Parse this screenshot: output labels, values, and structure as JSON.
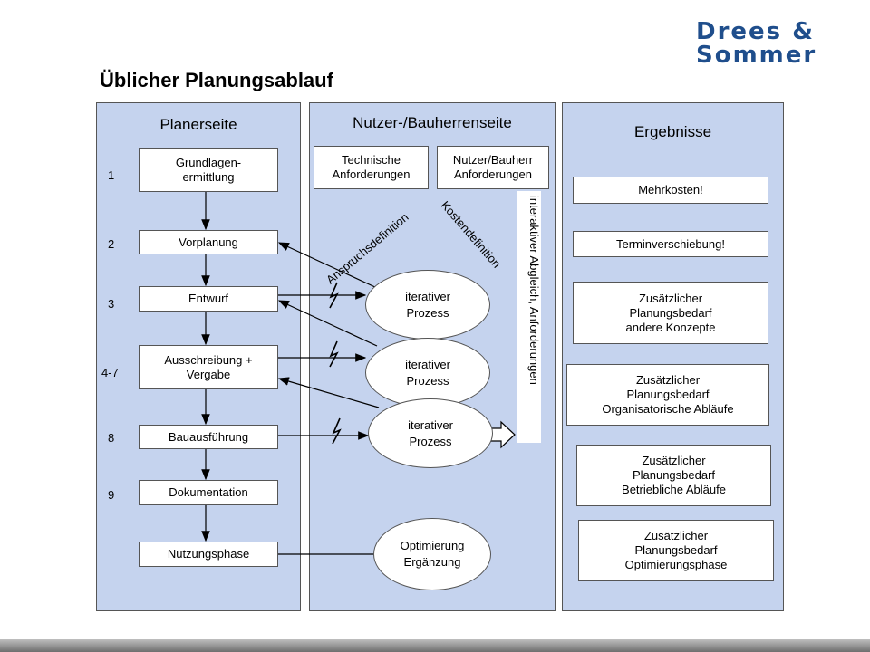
{
  "logo": {
    "line1": "Drees &",
    "line2": "Sommer"
  },
  "title": "Üblicher Planungsablauf",
  "panels": {
    "planer": "Planerseite",
    "nutzer": "Nutzer-/Bauherrenseite",
    "ergebnisse": "Ergebnisse"
  },
  "steps": [
    "1",
    "2",
    "3",
    "4-7",
    "8",
    "9"
  ],
  "phases": [
    "Grundlagen-\nermittlung",
    "Vorplanung",
    "Entwurf",
    "Ausschreibung +\nVergabe",
    "Bauausführung",
    "Dokumentation",
    "Nutzungsphase"
  ],
  "requirements": {
    "technisch": "Technische\nAnforderungen",
    "nutzer": "Nutzer/Bauherr\nAnforderungen"
  },
  "diagonal_labels": {
    "anspruch": "Anspruchsdefinition",
    "kosten": "Kostendefinition"
  },
  "vertical_label": "interaktiver Abgleich, Anforderungen",
  "processes": [
    "iterativer\nProzess",
    "iterativer\nProzess",
    "iterativer\nProzess"
  ],
  "optimierung": "Optimierung\nErgänzung",
  "results": [
    "Mehrkosten!",
    "Terminverschiebung!",
    "Zusätzlicher\nPlanungsbedarf\nandere Konzepte",
    "Zusätzlicher\nPlanungsbedarf\nOrganisatorische Abläufe",
    "Zusätzlicher\nPlanungsbedarf\nBetriebliche Abläufe",
    "Zusätzlicher\nPlanungsbedarf\nOptimierungsphase"
  ],
  "colors": {
    "panel": "#c5d3ee",
    "logo": "#1f4e8c"
  }
}
